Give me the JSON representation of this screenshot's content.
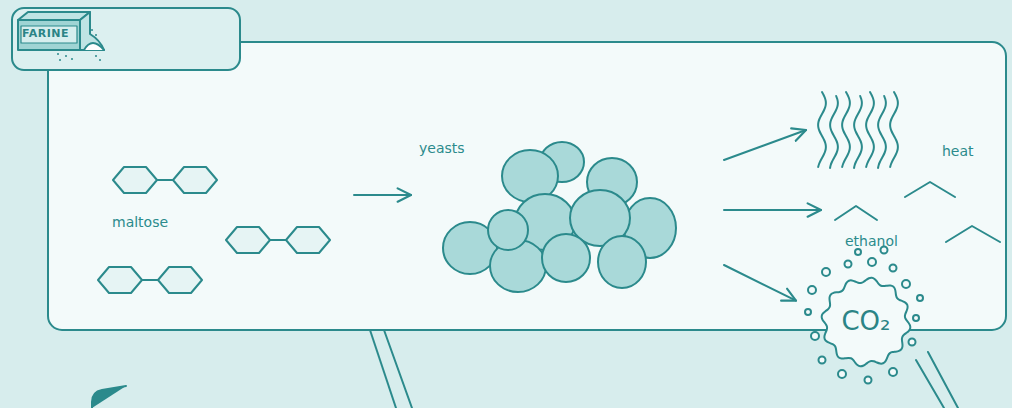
{
  "diagram": {
    "nodes": [
      {
        "text": [
          "FARINE"
        ]
      },
      {
        "text": [
          "maltose"
        ]
      },
      {
        "text": [
          "yeasts"
        ]
      },
      {
        "text": [
          "heat"
        ]
      },
      {
        "text": [
          "ethanol"
        ]
      },
      {
        "text": [
          "CO₂"
        ]
      }
    ],
    "edges": [
      {
        "from": 1,
        "to": 2,
        "arrow": "to"
      },
      {
        "from": 2,
        "to": 3,
        "arrow": "to"
      },
      {
        "from": 2,
        "to": 4,
        "arrow": "to"
      },
      {
        "from": 2,
        "to": 5,
        "arrow": "to"
      }
    ]
  }
}
